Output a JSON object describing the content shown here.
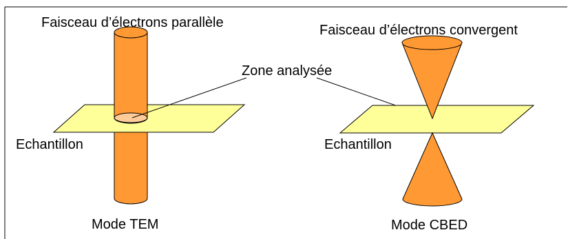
{
  "left": {
    "beam_label": "Faisceau d’électrons parallèle",
    "sample_label": "Echantillon",
    "mode_label": "Mode TEM"
  },
  "center": {
    "zone_label": "Zone analysée"
  },
  "right": {
    "beam_label": "Faisceau d’électrons convergent",
    "sample_label": "Echantillon",
    "mode_label": "Mode CBED"
  },
  "colors": {
    "beam": "#FF9933",
    "sample": "#FFFF99",
    "zone": "#FFCC99",
    "stroke": "#000000"
  }
}
